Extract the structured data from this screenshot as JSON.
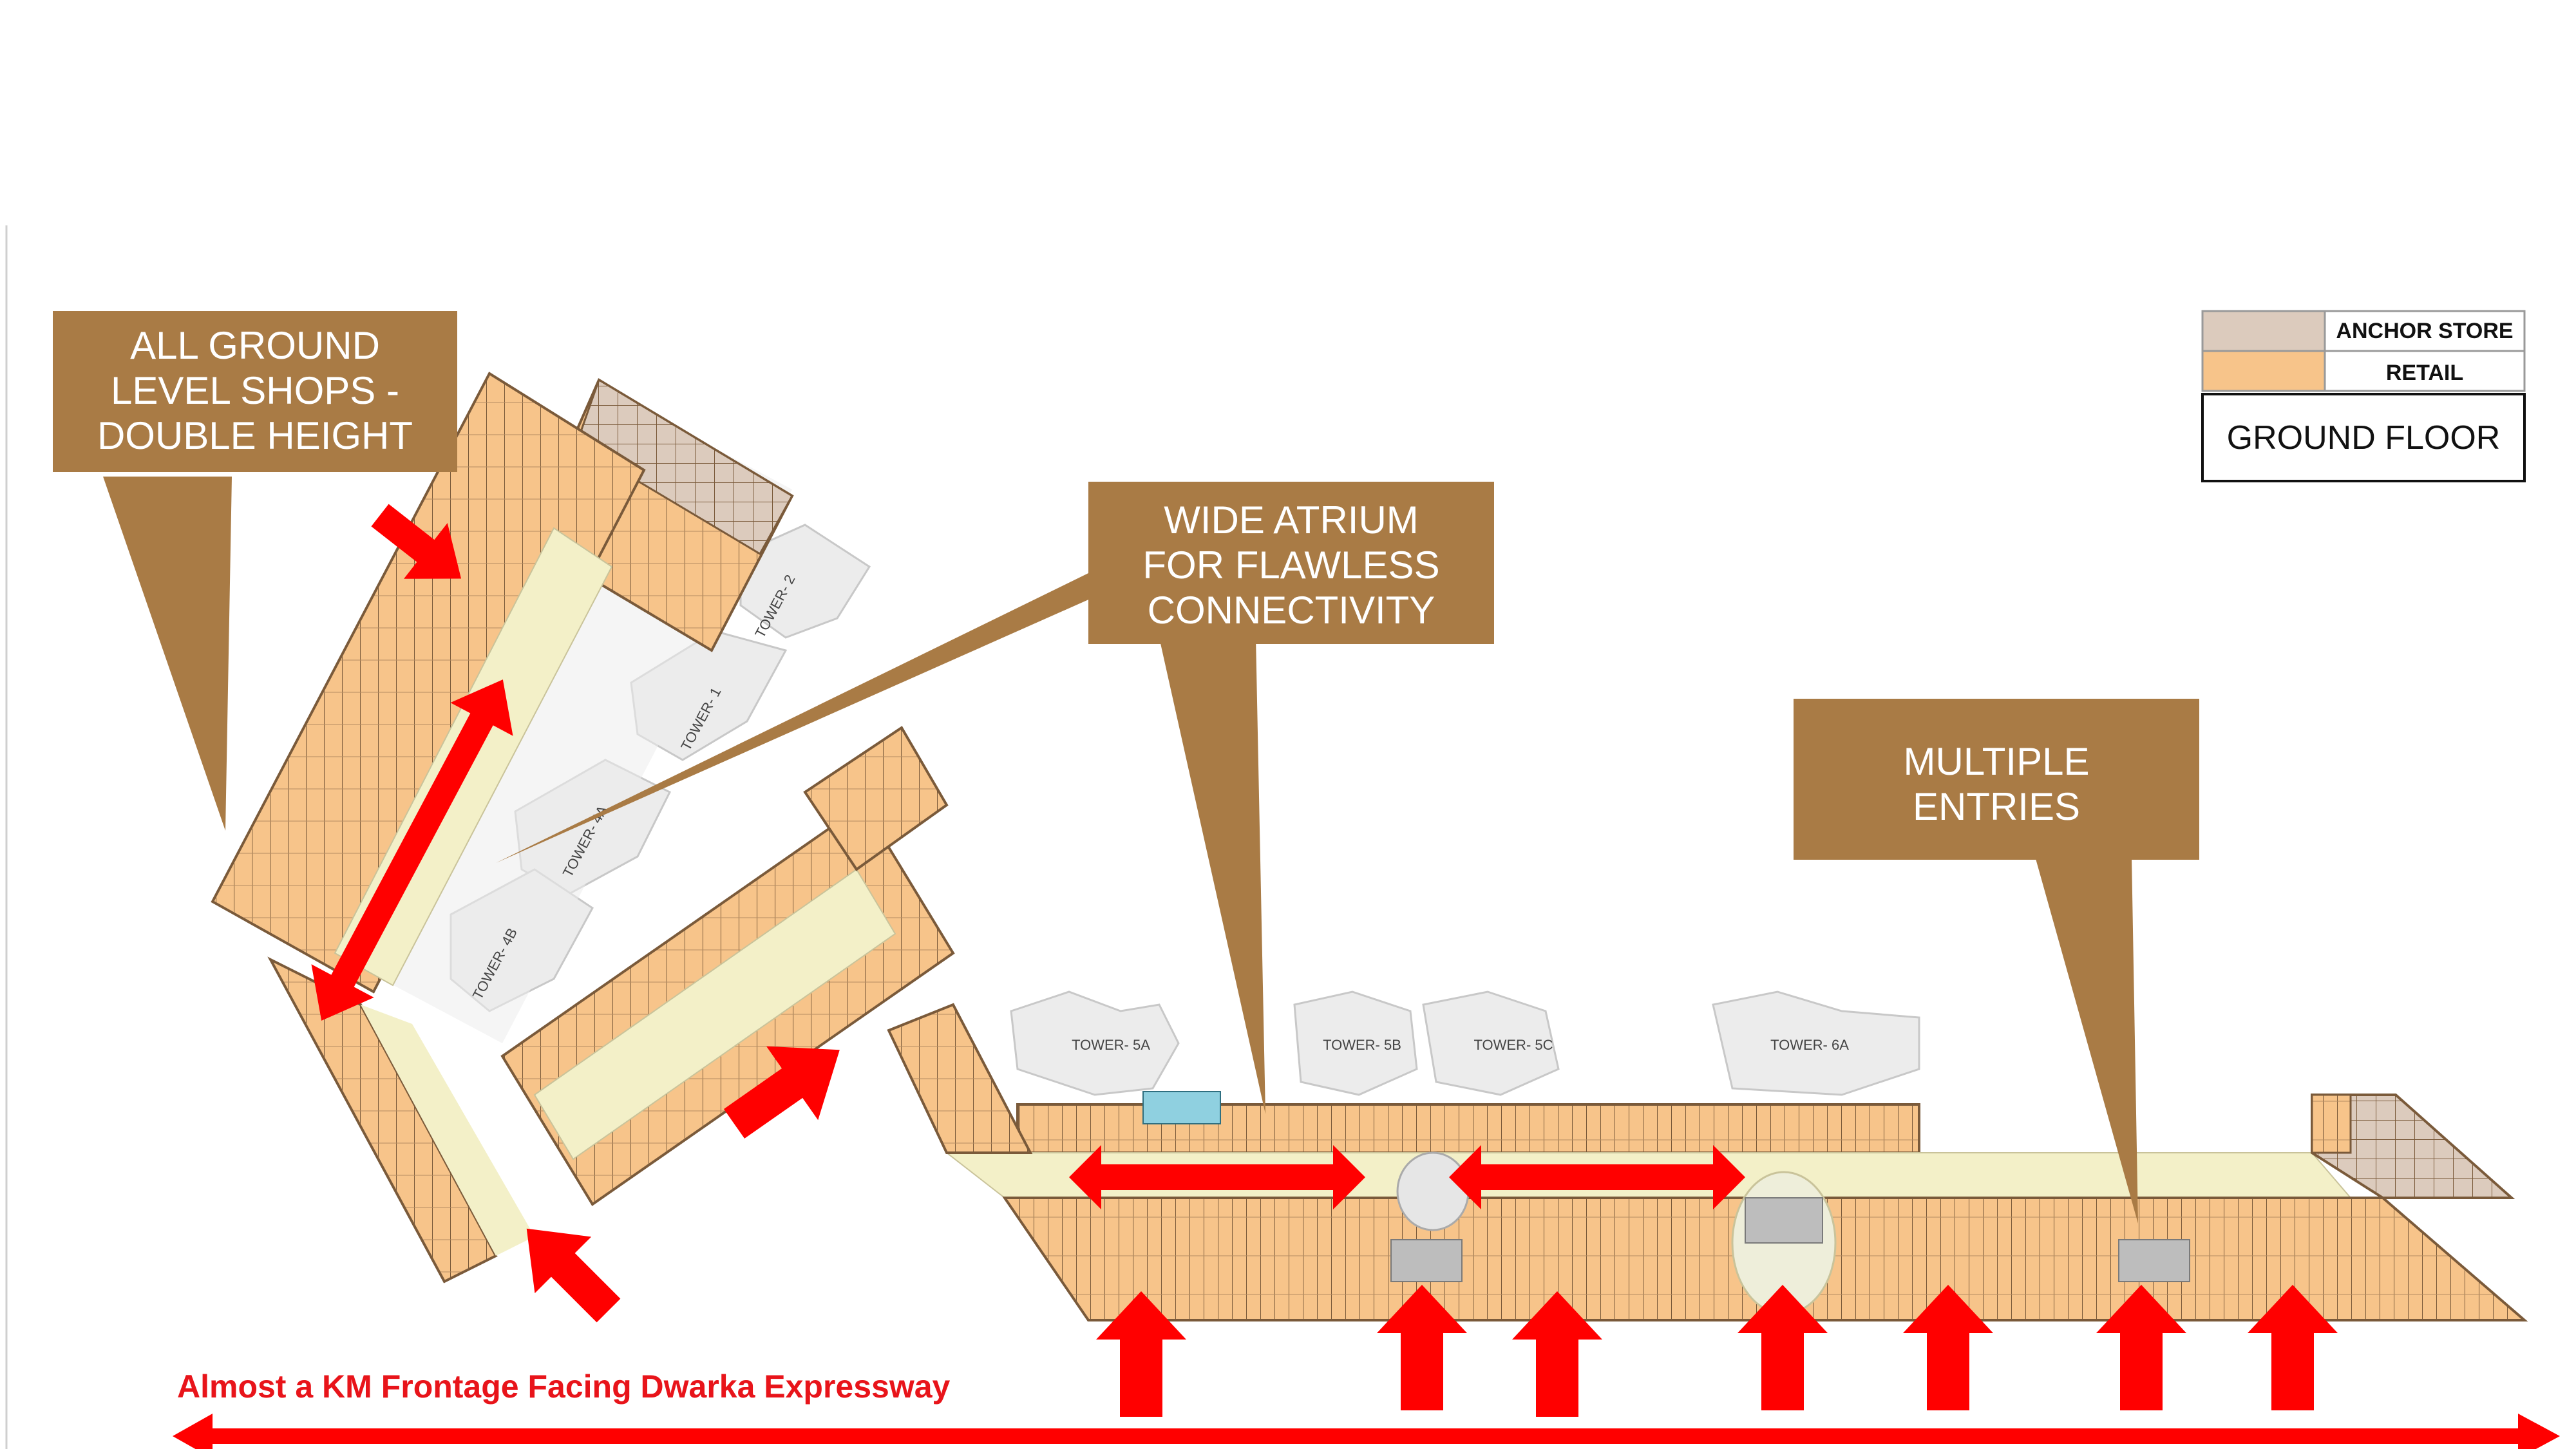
{
  "callouts": {
    "ground_shops": [
      "ALL GROUND",
      "LEVEL SHOPS -",
      "DOUBLE HEIGHT"
    ],
    "atrium": [
      "WIDE ATRIUM",
      "FOR FLAWLESS",
      "CONNECTIVITY"
    ],
    "entries": [
      "MULTIPLE",
      "ENTRIES"
    ]
  },
  "legend": {
    "items": [
      {
        "label": "ANCHOR STORE",
        "color": "#dccbbd"
      },
      {
        "label": "RETAIL",
        "color": "#f7c48a"
      }
    ],
    "floor": "GROUND FLOOR"
  },
  "towers": {
    "t1": "TOWER- 1",
    "t2": "TOWER- 2",
    "t4a": "TOWER- 4A",
    "t4b": "TOWER- 4B",
    "t5a": "TOWER- 5A",
    "t5b": "TOWER- 5B",
    "t5c": "TOWER- 5C",
    "t6a": "TOWER- 6A"
  },
  "frontage": "Almost a KM Frontage Facing Dwarka Expressway",
  "colors": {
    "callout": "#a97b45",
    "arrow": "#ff0000",
    "retail": "#f7c48a",
    "anchor": "#dccbbd",
    "corridor": "#f3f0c8",
    "tower": "#ececec"
  }
}
